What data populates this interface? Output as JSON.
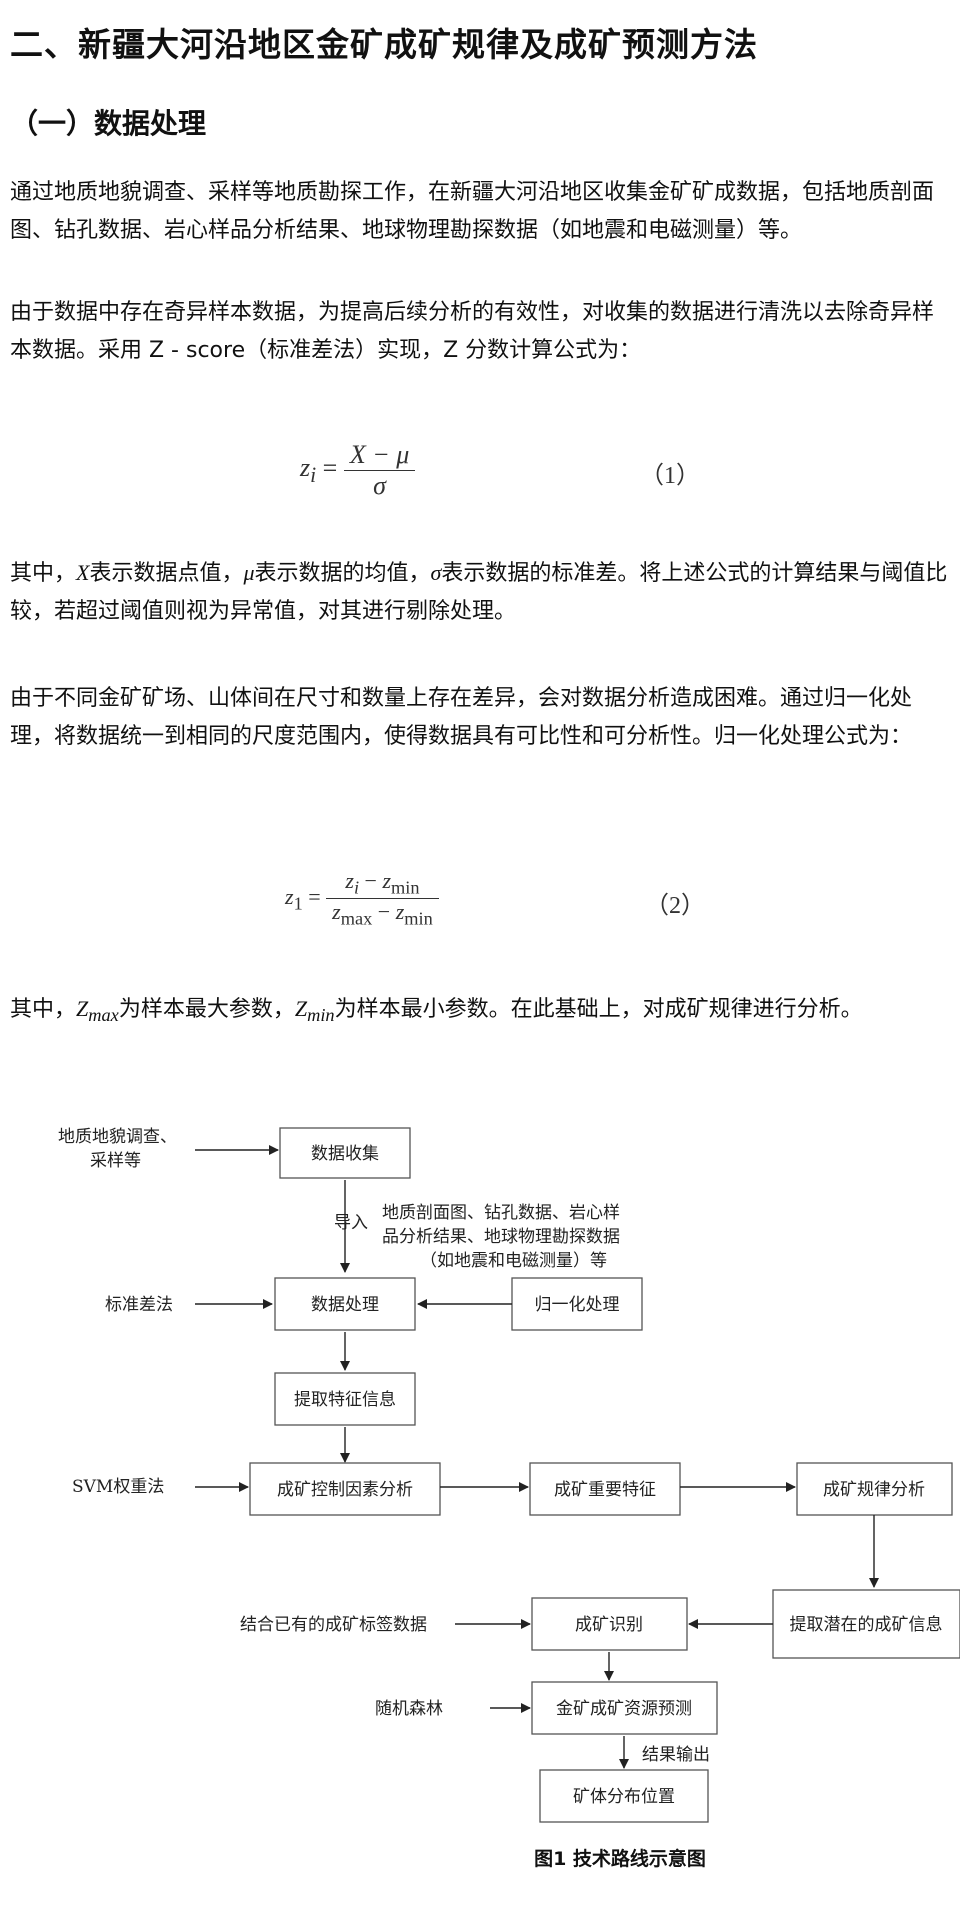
{
  "section_title": "二、新疆大河沿地区金矿成矿规律及成矿预测方法",
  "subsection_title": "（一）数据处理",
  "paragraphs": {
    "p1": "通过地质地貌调查、采样等地质勘探工作，在新疆大河沿地区收集金矿矿成数据，包括地质剖面图、钻孔数据、岩心样品分析结果、地球物理勘探数据（如地震和电磁测量）等。",
    "p2": "由于数据中存在奇异样本数据，为提高后续分析的有效性，对收集的数据进行清洗以去除奇异样本数据。采用 Z - score（标准差法）实现，Z 分数计算公式为：",
    "p3_a": "其中，",
    "p3_x": "X",
    "p3_b": "表示数据点值，",
    "p3_mu": "μ",
    "p3_c": "表示数据的均值，",
    "p3_sigma": "σ",
    "p3_d": "表示数据的标准差。将上述公式的计算结果与阈值比较，若超过阈值则视为异常值，对其进行剔除处理。",
    "p4": "由于不同金矿矿场、山体间在尺寸和数量上存在差异，会对数据分析造成困难。通过归一化处理，将数据统一到相同的尺度范围内，使得数据具有可比性和可分析性。归一化处理公式为：",
    "p5_a": "其中，",
    "p5_zmax_main": "Z",
    "p5_zmax_sub": "max",
    "p5_b": "为样本最大参数，",
    "p5_zmin_main": "Z",
    "p5_zmin_sub": "min",
    "p5_c": "为样本最小参数。在此基础上，对成矿规律进行分析。"
  },
  "equation1": {
    "lhs": "z",
    "lhs_sub": "i",
    "equals": "=",
    "numerator": "X − μ",
    "denominator": "σ",
    "number": "（1）"
  },
  "equation2": {
    "lhs": "z",
    "lhs_sub": "1",
    "equals": "=",
    "num_a": "z",
    "num_a_sub": "i",
    "num_minus": " − ",
    "num_b": "z",
    "num_b_sub": "min",
    "den_a": "z",
    "den_a_sub": "max",
    "den_minus": " − ",
    "den_b": "z",
    "den_b_sub": "min",
    "number": "（2）"
  },
  "diagram": {
    "input_survey_line1": "地质地貌调查、",
    "input_survey_line2": "采样等",
    "data_collection": "数据收集",
    "import_label": "导入",
    "data_types_line1": "地质剖面图、钻孔数据、岩心样",
    "data_types_line2": "品分析结果、地球物理勘探数据",
    "data_types_line3": "（如地震和电磁测量）等",
    "std_method": "标准差法",
    "data_processing": "数据处理",
    "normalization": "归一化处理",
    "extract_features": "提取特征信息",
    "svm_method": "SVM权重法",
    "control_factors": "成矿控制因素分析",
    "important_features": "成矿重要特征",
    "pattern_analysis": "成矿规律分析",
    "existing_labels": "结合已有的成矿标签数据",
    "recognition": "成矿识别",
    "extract_potential": "提取潜在的成矿信息",
    "random_forest": "随机森林",
    "resource_prediction": "金矿成矿资源预测",
    "result_output": "结果输出",
    "ore_distribution": "矿体分布位置",
    "caption": "图1   技术路线示意图"
  }
}
